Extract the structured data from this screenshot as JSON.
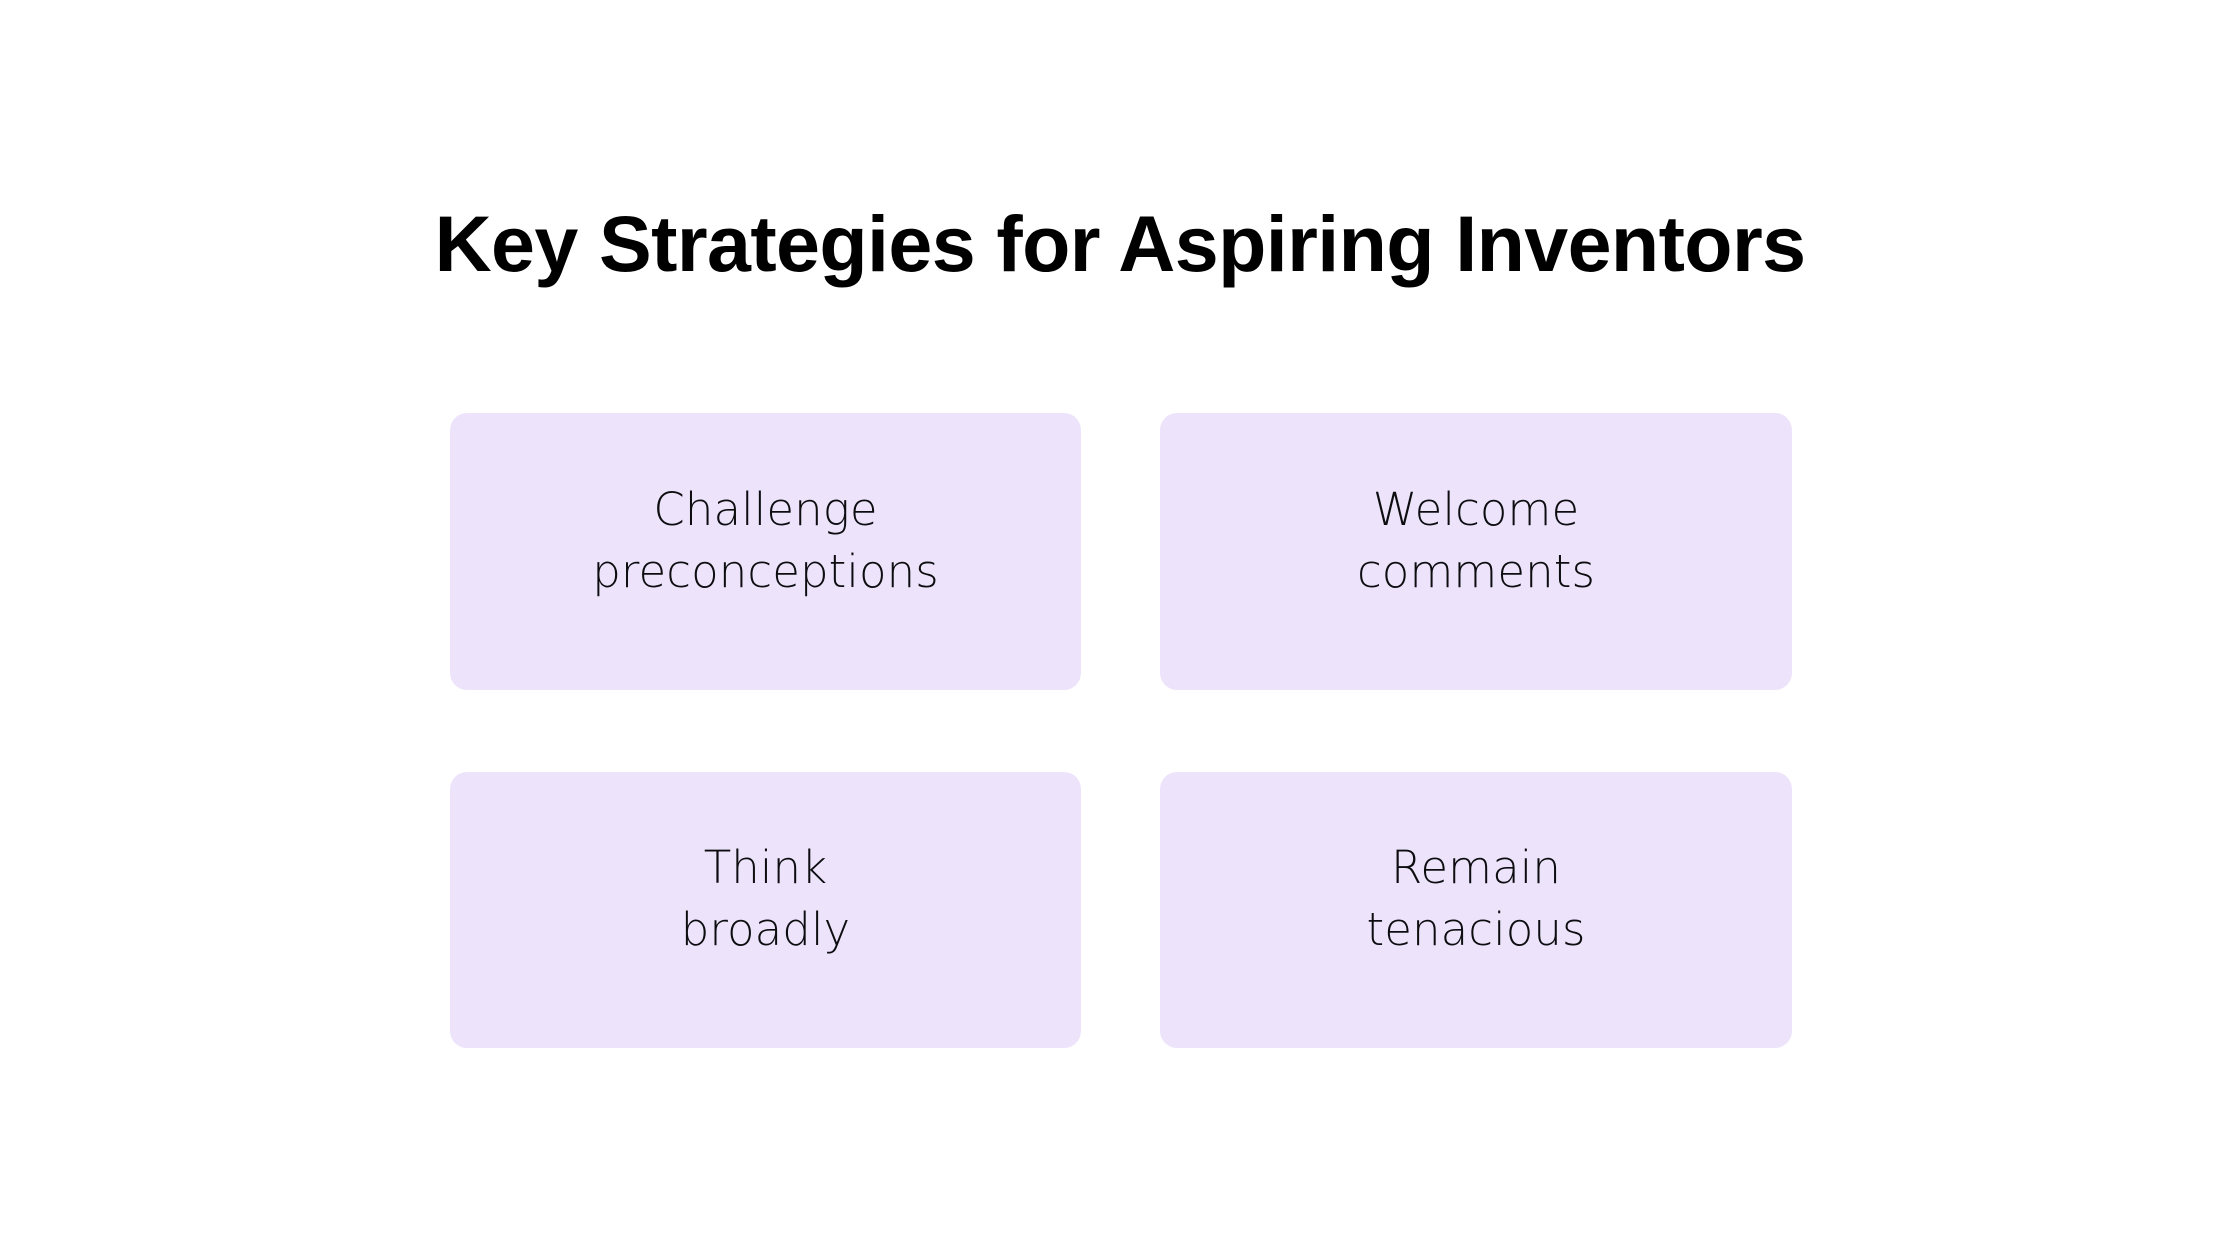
{
  "slide": {
    "background_color": "#FFFFFF",
    "title": "Key Strategies for Aspiring Inventors",
    "title_color": "#000000"
  },
  "theme": {
    "card_background": "#EDE4FC",
    "card_text_color": "#0D0D10",
    "accent": "#EDE4FC"
  },
  "cards": [
    {
      "id": "challenge-preconceptions",
      "text": "Challenge\npreconceptions",
      "line1": "Challenge",
      "line2": "preconceptions",
      "position": "top-left"
    },
    {
      "id": "welcome-comments",
      "text": "Welcome\ncomments",
      "line1": "Welcome",
      "line2": "comments",
      "position": "top-right"
    },
    {
      "id": "think-broadly",
      "text": "Think\nbroadly",
      "line1": "Think",
      "line2": "broadly",
      "position": "bottom-left"
    },
    {
      "id": "remain-tenacious",
      "text": "Remain\ntenacious",
      "line1": "Remain",
      "line2": "tenacious",
      "position": "bottom-right"
    }
  ]
}
